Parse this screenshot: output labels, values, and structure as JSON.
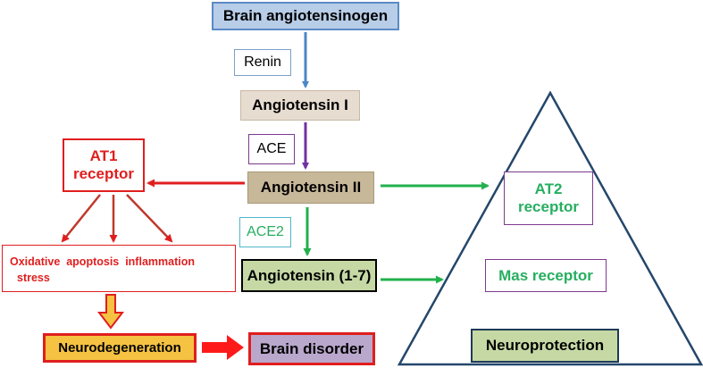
{
  "nodes": {
    "brain_angiotensinogen": "Brain angiotensinogen",
    "renin": "Renin",
    "angiotensin_i": "Angiotensin I",
    "ace": "ACE",
    "angiotensin_ii": "Angiotensin II",
    "ace2": "ACE2",
    "angiotensin_1_7": "Angiotensin (1-7)",
    "at1_receptor": "AT1 receptor",
    "effects_line1": "Oxidative  apoptosis  inflammation",
    "effects_line2": "stress",
    "neurodegeneration": "Neurodegeneration",
    "brain_disorder": "Brain disorder",
    "at2_receptor": "AT2 receptor",
    "mas_receptor": "Mas receptor",
    "neuroprotection": "Neuroprotection"
  },
  "colors": {
    "blue_arrow": "#4a86c8",
    "purple_arrow": "#7030a0",
    "green_arrow": "#22b14c",
    "red_arrow": "#e01e1e",
    "triangle_stroke": "#24476b"
  }
}
